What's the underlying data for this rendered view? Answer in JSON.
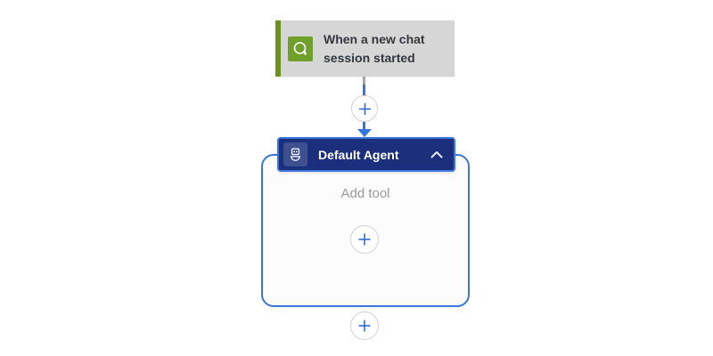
{
  "canvas": {
    "background": "#ffffff"
  },
  "trigger": {
    "title": "When a new chat session started",
    "icon": "chat-bubble-icon",
    "card_bg": "#d6d6d6",
    "accent_bar_color": "#6d921f",
    "icon_bg": "#70a02c",
    "text_color": "#33373c"
  },
  "connector": {
    "line_color": "#3575e0",
    "stub_color": "#a6a4a2",
    "insert_button_icon": "plus-icon",
    "plus_color": "#2f6bd7"
  },
  "agent": {
    "title": "Default Agent",
    "icon": "bot-icon",
    "collapse_icon": "chevron-up-icon",
    "header_bg": "#1b2f7d",
    "border_color": "#3b76db",
    "title_color": "#ffffff",
    "body": {
      "add_tool_label": "Add tool",
      "add_tool_button_icon": "plus-icon"
    }
  },
  "insert_after_agent_button_icon": "plus-icon"
}
